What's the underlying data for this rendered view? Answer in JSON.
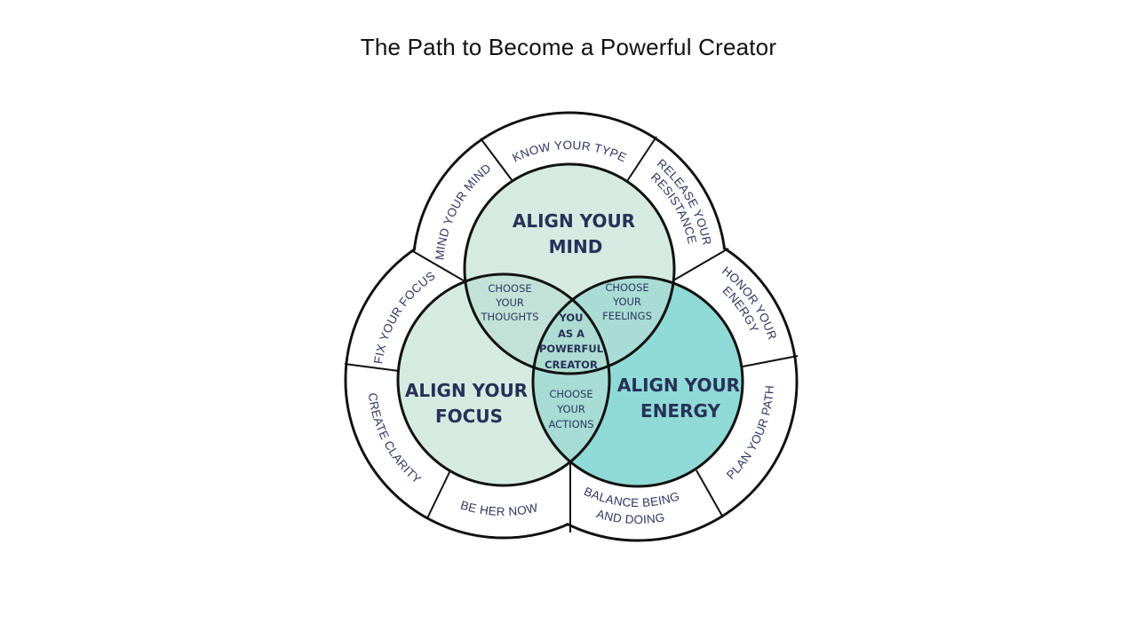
{
  "title": "The Path to Become a Powerful Creator",
  "colors": {
    "text": "#283058",
    "mind_fill": "#d5ebe2",
    "focus_fill": "#d5ebe2",
    "energy_fill": "#8fdad6",
    "mind_focus_overlap": "#c2e2d7",
    "mind_energy_overlap": "#a9dcd4",
    "focus_energy_overlap": "#a6dcd3",
    "center_overlap": "#acdcd2",
    "outline": "#111111"
  },
  "circles": {
    "mind": [
      "ALIGN YOUR",
      "MIND"
    ],
    "focus": [
      "ALIGN YOUR",
      "FOCUS"
    ],
    "energy": [
      "ALIGN YOUR",
      "ENERGY"
    ]
  },
  "overlaps": {
    "thoughts": [
      "CHOOSE",
      "YOUR",
      "THOUGHTS"
    ],
    "feelings": [
      "CHOOSE",
      "YOUR",
      "FEELINGS"
    ],
    "actions": [
      "CHOOSE",
      "YOUR",
      "ACTIONS"
    ],
    "center": [
      "YOU",
      "AS A",
      "POWERFUL",
      "CREATOR"
    ]
  },
  "ring": {
    "know_your_type": "KNOW YOUR TYPE",
    "mind_your_mind": "MIND YOUR MIND",
    "release_your_resistance": [
      "RELEASE YOUR",
      "RESISTANCE"
    ],
    "fix_your_focus": "FIX YOUR FOCUS",
    "create_clarity": "CREATE CLARITY",
    "be_her_now": "BE HER NOW",
    "honor_your_energy": [
      "HONOR YOUR",
      "ENERGY"
    ],
    "plan_your_path": "PLAN YOUR PATH",
    "balance_being_and_doing": [
      "BALANCE BEING",
      "AND DOING"
    ]
  }
}
